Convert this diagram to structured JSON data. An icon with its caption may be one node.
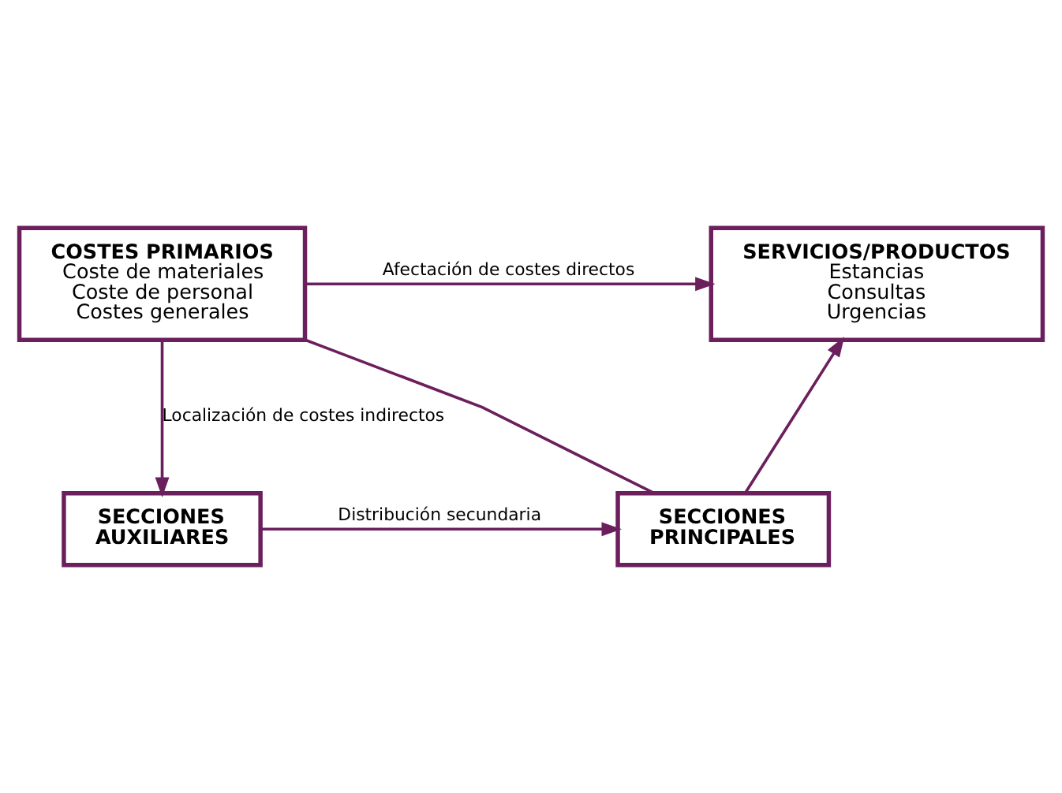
{
  "diagram": {
    "nodes": [
      {
        "text": [
          "COSTES PRIMARIOS",
          "Coste de materiales",
          "Coste de personal",
          "Costes generales"
        ]
      },
      {
        "text": [
          "SERVICIOS/PRODUCTOS",
          "Estancias",
          "Consultas",
          "Urgencias"
        ]
      },
      {
        "text": [
          "SECCIONES PRINCIPALES"
        ]
      },
      {
        "text": [
          "SECCIONES AUXILIARES"
        ]
      }
    ],
    "edges": [
      {
        "from": 0,
        "to": 1,
        "arrow": "to",
        "label": "Afectación de costes directos"
      },
      {
        "from": 0,
        "to": 3,
        "arrow": "to",
        "label": "Localización de costes indirectos"
      },
      {
        "from": 0,
        "to": 2,
        "arrow": "none"
      },
      {
        "from": 3,
        "to": 2,
        "arrow": "to",
        "label": "Distribución secundaria"
      },
      {
        "from": 2,
        "to": 1,
        "arrow": "to"
      }
    ]
  }
}
